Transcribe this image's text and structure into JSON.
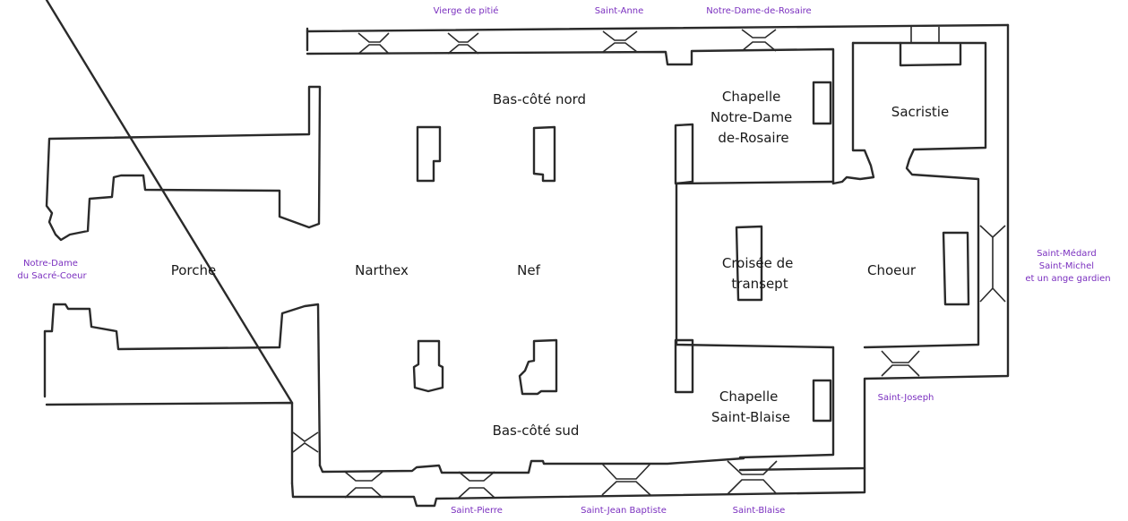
{
  "plan": {
    "type": "church floor plan",
    "colors": {
      "wall": "#2a2a2a",
      "room_label": "#1a1a1a",
      "window_label": "#7a2fbf",
      "background": "#ffffff"
    },
    "rooms": [
      {
        "id": "porche",
        "lines": [
          "Porche"
        ]
      },
      {
        "id": "narthex",
        "lines": [
          "Narthex"
        ]
      },
      {
        "id": "nef",
        "lines": [
          "Nef"
        ]
      },
      {
        "id": "bas-cote-nord",
        "lines": [
          "Bas-côté nord"
        ]
      },
      {
        "id": "bas-cote-sud",
        "lines": [
          "Bas-côté sud"
        ]
      },
      {
        "id": "chapelle-notre-dame-de-rosaire",
        "lines": [
          "Chapelle",
          "Notre-Dame",
          "de-Rosaire"
        ]
      },
      {
        "id": "sacristie",
        "lines": [
          "Sacristie"
        ]
      },
      {
        "id": "croisee-de-transept",
        "lines": [
          "Croisée de",
          "transept"
        ]
      },
      {
        "id": "choeur",
        "lines": [
          "Choeur"
        ]
      },
      {
        "id": "chapelle-saint-blaise",
        "lines": [
          "Chapelle",
          "Saint-Blaise"
        ]
      }
    ],
    "windows": [
      {
        "id": "vierge-de-pitie",
        "lines": [
          "Vierge de pitié"
        ]
      },
      {
        "id": "saint-anne",
        "lines": [
          "Saint-Anne"
        ]
      },
      {
        "id": "notre-dame-de-rosaire",
        "lines": [
          "Notre-Dame-de-Rosaire"
        ]
      },
      {
        "id": "notre-dame-du-sacre-coeur",
        "lines": [
          "Notre-Dame",
          "du Sacré-Coeur"
        ]
      },
      {
        "id": "saint-medard-michel-ange",
        "lines": [
          "Saint-Médard",
          "Saint-Michel",
          "et un ange gardien"
        ]
      },
      {
        "id": "saint-joseph",
        "lines": [
          "Saint-Joseph"
        ]
      },
      {
        "id": "saint-pierre",
        "lines": [
          "Saint-Pierre"
        ]
      },
      {
        "id": "saint-jean-baptiste",
        "lines": [
          "Saint-Jean Baptiste"
        ]
      },
      {
        "id": "saint-blaise",
        "lines": [
          "Saint-Blaise"
        ]
      }
    ]
  }
}
